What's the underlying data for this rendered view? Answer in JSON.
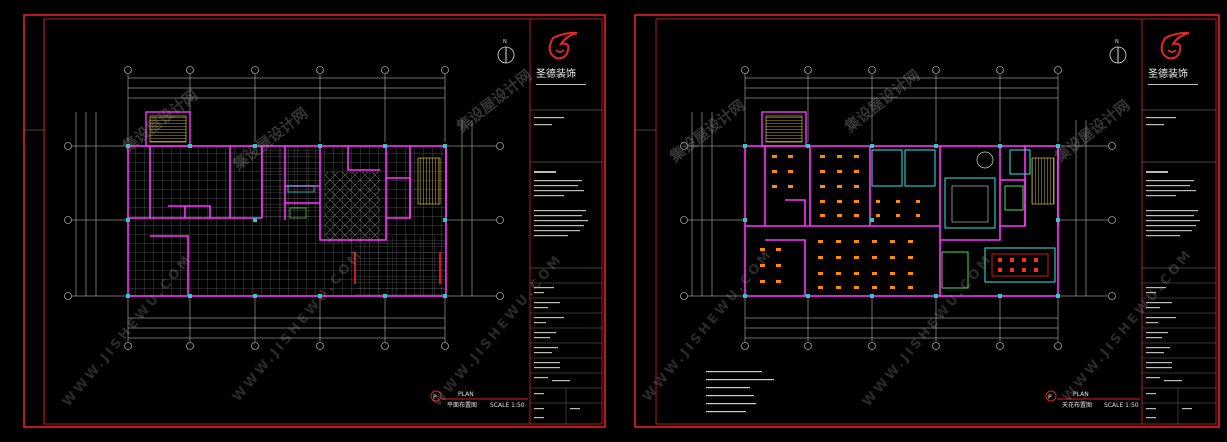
{
  "colors": {
    "frame": "#e0202a",
    "wall": "#ff33ff",
    "grid": "#9a9a9a",
    "dim": "#d8d8d8",
    "column": "#30c8c8",
    "stair": "#ffe033",
    "light": "#ff8a00",
    "cyan": "#32d2d2",
    "green": "#40d040",
    "red": "#ff2020",
    "logo": "#e02828"
  },
  "sheets": [
    {
      "company": "圣德装饰",
      "plan_label": "PLAN",
      "plan_title": "平面布置图",
      "scale": "SCALE 1:50"
    },
    {
      "company": "圣德装饰",
      "plan_label": "PLAN",
      "plan_title": "天花布置图",
      "scale": "SCALE 1:50"
    }
  ],
  "watermark": {
    "cn": "集设屋设计网",
    "en": "WWW.JISHEWU.COM"
  }
}
